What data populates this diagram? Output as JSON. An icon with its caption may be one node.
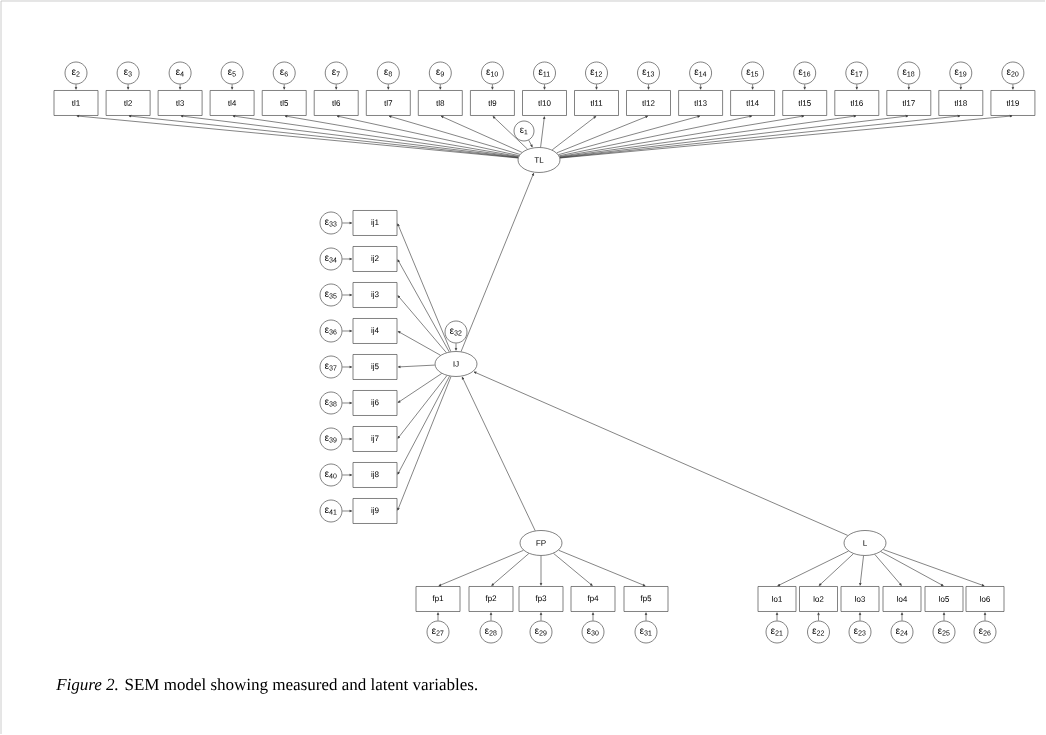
{
  "diagram": {
    "caption": "*Figure 2.* SEM model showing measured and latent variables.",
    "nodes": [
      {
        "text": [
          "ε$_{2}$"
        ]
      },
      {
        "text": [
          "ε$_{3}$"
        ]
      },
      {
        "text": [
          "ε$_{4}$"
        ]
      },
      {
        "text": [
          "ε$_{5}$"
        ]
      },
      {
        "text": [
          "ε$_{6}$"
        ]
      },
      {
        "text": [
          "ε$_{7}$"
        ]
      },
      {
        "text": [
          "ε$_{8}$"
        ]
      },
      {
        "text": [
          "ε$_{9}$"
        ]
      },
      {
        "text": [
          "ε$_{10}$"
        ]
      },
      {
        "text": [
          "ε$_{11}$"
        ]
      },
      {
        "text": [
          "ε$_{12}$"
        ]
      },
      {
        "text": [
          "ε$_{13}$"
        ]
      },
      {
        "text": [
          "ε$_{14}$"
        ]
      },
      {
        "text": [
          "ε$_{15}$"
        ]
      },
      {
        "text": [
          "ε$_{16}$"
        ]
      },
      {
        "text": [
          "ε$_{17}$"
        ]
      },
      {
        "text": [
          "ε$_{18}$"
        ]
      },
      {
        "text": [
          "ε$_{19}$"
        ]
      },
      {
        "text": [
          "ε$_{20}$"
        ]
      },
      {
        "text": [
          "tl1"
        ]
      },
      {
        "text": [
          "tl2"
        ]
      },
      {
        "text": [
          "tl3"
        ]
      },
      {
        "text": [
          "tl4"
        ]
      },
      {
        "text": [
          "tl5"
        ]
      },
      {
        "text": [
          "tl6"
        ]
      },
      {
        "text": [
          "tl7"
        ]
      },
      {
        "text": [
          "tl8"
        ]
      },
      {
        "text": [
          "tl9"
        ]
      },
      {
        "text": [
          "tl10"
        ]
      },
      {
        "text": [
          "tl11"
        ]
      },
      {
        "text": [
          "tl12"
        ]
      },
      {
        "text": [
          "tl13"
        ]
      },
      {
        "text": [
          "tl14"
        ]
      },
      {
        "text": [
          "tl15"
        ]
      },
      {
        "text": [
          "tl16"
        ]
      },
      {
        "text": [
          "tl17"
        ]
      },
      {
        "text": [
          "tl18"
        ]
      },
      {
        "text": [
          "tl19"
        ]
      },
      {
        "text": [
          "ε$_{1}$"
        ]
      },
      {
        "text": [
          "TL"
        ]
      },
      {
        "text": [
          "ε$_{33}$"
        ]
      },
      {
        "text": [
          "ε$_{34}$"
        ]
      },
      {
        "text": [
          "ε$_{35}$"
        ]
      },
      {
        "text": [
          "ε$_{36}$"
        ]
      },
      {
        "text": [
          "ε$_{37}$"
        ]
      },
      {
        "text": [
          "ε$_{38}$"
        ]
      },
      {
        "text": [
          "ε$_{39}$"
        ]
      },
      {
        "text": [
          "ε$_{40}$"
        ]
      },
      {
        "text": [
          "ε$_{41}$"
        ]
      },
      {
        "text": [
          "ij1"
        ]
      },
      {
        "text": [
          "ij2"
        ]
      },
      {
        "text": [
          "ij3"
        ]
      },
      {
        "text": [
          "ij4"
        ]
      },
      {
        "text": [
          "ij5"
        ]
      },
      {
        "text": [
          "ij6"
        ]
      },
      {
        "text": [
          "ij7"
        ]
      },
      {
        "text": [
          "ij8"
        ]
      },
      {
        "text": [
          "ij9"
        ]
      },
      {
        "text": [
          "ε$_{32}$"
        ]
      },
      {
        "text": [
          "IJ"
        ]
      },
      {
        "text": [
          "FP"
        ]
      },
      {
        "text": [
          "L"
        ]
      },
      {
        "text": [
          "fp1"
        ]
      },
      {
        "text": [
          "fp2"
        ]
      },
      {
        "text": [
          "fp3"
        ]
      },
      {
        "text": [
          "fp4"
        ]
      },
      {
        "text": [
          "fp5"
        ]
      },
      {
        "text": [
          "lo1"
        ]
      },
      {
        "text": [
          "lo2"
        ]
      },
      {
        "text": [
          "lo3"
        ]
      },
      {
        "text": [
          "lo4"
        ]
      },
      {
        "text": [
          "lo5"
        ]
      },
      {
        "text": [
          "lo6"
        ]
      },
      {
        "text": [
          "ε$_{27}$"
        ]
      },
      {
        "text": [
          "ε$_{28}$"
        ]
      },
      {
        "text": [
          "ε$_{29}$"
        ]
      },
      {
        "text": [
          "ε$_{30}$"
        ]
      },
      {
        "text": [
          "ε$_{31}$"
        ]
      },
      {
        "text": [
          "ε$_{21}$"
        ]
      },
      {
        "text": [
          "ε$_{22}$"
        ]
      },
      {
        "text": [
          "ε$_{23}$"
        ]
      },
      {
        "text": [
          "ε$_{24}$"
        ]
      },
      {
        "text": [
          "ε$_{25}$"
        ]
      },
      {
        "text": [
          "ε$_{26}$"
        ]
      }
    ],
    "edges": [
      {
        "from": 0,
        "to": 19,
        "arrow": "to"
      },
      {
        "from": 1,
        "to": 20,
        "arrow": "to"
      },
      {
        "from": 2,
        "to": 21,
        "arrow": "to"
      },
      {
        "from": 3,
        "to": 22,
        "arrow": "to"
      },
      {
        "from": 4,
        "to": 23,
        "arrow": "to"
      },
      {
        "from": 5,
        "to": 24,
        "arrow": "to"
      },
      {
        "from": 6,
        "to": 25,
        "arrow": "to"
      },
      {
        "from": 7,
        "to": 26,
        "arrow": "to"
      },
      {
        "from": 8,
        "to": 27,
        "arrow": "to"
      },
      {
        "from": 9,
        "to": 28,
        "arrow": "to"
      },
      {
        "from": 10,
        "to": 29,
        "arrow": "to"
      },
      {
        "from": 11,
        "to": 30,
        "arrow": "to"
      },
      {
        "from": 12,
        "to": 31,
        "arrow": "to"
      },
      {
        "from": 13,
        "to": 32,
        "arrow": "to"
      },
      {
        "from": 14,
        "to": 33,
        "arrow": "to"
      },
      {
        "from": 15,
        "to": 34,
        "arrow": "to"
      },
      {
        "from": 16,
        "to": 35,
        "arrow": "to"
      },
      {
        "from": 17,
        "to": 36,
        "arrow": "to"
      },
      {
        "from": 18,
        "to": 37,
        "arrow": "to"
      },
      {
        "from": 38,
        "to": 39,
        "arrow": "to"
      },
      {
        "from": 39,
        "to": 19,
        "arrow": "to"
      },
      {
        "from": 39,
        "to": 20,
        "arrow": "to"
      },
      {
        "from": 39,
        "to": 21,
        "arrow": "to"
      },
      {
        "from": 39,
        "to": 22,
        "arrow": "to"
      },
      {
        "from": 39,
        "to": 23,
        "arrow": "to"
      },
      {
        "from": 39,
        "to": 24,
        "arrow": "to"
      },
      {
        "from": 39,
        "to": 25,
        "arrow": "to"
      },
      {
        "from": 39,
        "to": 26,
        "arrow": "to"
      },
      {
        "from": 39,
        "to": 27,
        "arrow": "to"
      },
      {
        "from": 39,
        "to": 28,
        "arrow": "to"
      },
      {
        "from": 39,
        "to": 29,
        "arrow": "to"
      },
      {
        "from": 39,
        "to": 30,
        "arrow": "to"
      },
      {
        "from": 39,
        "to": 31,
        "arrow": "to"
      },
      {
        "from": 39,
        "to": 32,
        "arrow": "to"
      },
      {
        "from": 39,
        "to": 33,
        "arrow": "to"
      },
      {
        "from": 39,
        "to": 34,
        "arrow": "to"
      },
      {
        "from": 39,
        "to": 35,
        "arrow": "to"
      },
      {
        "from": 39,
        "to": 36,
        "arrow": "to"
      },
      {
        "from": 39,
        "to": 37,
        "arrow": "to"
      },
      {
        "from": 40,
        "to": 49,
        "arrow": "to"
      },
      {
        "from": 41,
        "to": 50,
        "arrow": "to"
      },
      {
        "from": 42,
        "to": 51,
        "arrow": "to"
      },
      {
        "from": 43,
        "to": 52,
        "arrow": "to"
      },
      {
        "from": 44,
        "to": 53,
        "arrow": "to"
      },
      {
        "from": 45,
        "to": 54,
        "arrow": "to"
      },
      {
        "from": 46,
        "to": 55,
        "arrow": "to"
      },
      {
        "from": 47,
        "to": 56,
        "arrow": "to"
      },
      {
        "from": 48,
        "to": 57,
        "arrow": "to"
      },
      {
        "from": 58,
        "to": 59,
        "arrow": "to"
      },
      {
        "from": 59,
        "to": 49,
        "arrow": "to"
      },
      {
        "from": 59,
        "to": 50,
        "arrow": "to"
      },
      {
        "from": 59,
        "to": 51,
        "arrow": "to"
      },
      {
        "from": 59,
        "to": 52,
        "arrow": "to"
      },
      {
        "from": 59,
        "to": 53,
        "arrow": "to"
      },
      {
        "from": 59,
        "to": 54,
        "arrow": "to"
      },
      {
        "from": 59,
        "to": 55,
        "arrow": "to"
      },
      {
        "from": 59,
        "to": 56,
        "arrow": "to"
      },
      {
        "from": 59,
        "to": 57,
        "arrow": "to"
      },
      {
        "from": 59,
        "to": 39,
        "arrow": "to"
      },
      {
        "from": 60,
        "to": 59,
        "arrow": "to"
      },
      {
        "from": 61,
        "to": 59,
        "arrow": "to"
      },
      {
        "from": 60,
        "to": 62,
        "arrow": "to"
      },
      {
        "from": 60,
        "to": 63,
        "arrow": "to"
      },
      {
        "from": 60,
        "to": 64,
        "arrow": "to"
      },
      {
        "from": 60,
        "to": 65,
        "arrow": "to"
      },
      {
        "from": 60,
        "to": 66,
        "arrow": "to"
      },
      {
        "from": 61,
        "to": 67,
        "arrow": "to"
      },
      {
        "from": 61,
        "to": 68,
        "arrow": "to"
      },
      {
        "from": 61,
        "to": 69,
        "arrow": "to"
      },
      {
        "from": 61,
        "to": 70,
        "arrow": "to"
      },
      {
        "from": 61,
        "to": 71,
        "arrow": "to"
      },
      {
        "from": 61,
        "to": 72,
        "arrow": "to"
      },
      {
        "from": 73,
        "to": 62,
        "arrow": "to"
      },
      {
        "from": 74,
        "to": 63,
        "arrow": "to"
      },
      {
        "from": 75,
        "to": 64,
        "arrow": "to"
      },
      {
        "from": 76,
        "to": 65,
        "arrow": "to"
      },
      {
        "from": 77,
        "to": 66,
        "arrow": "to"
      },
      {
        "from": 78,
        "to": 67,
        "arrow": "to"
      },
      {
        "from": 79,
        "to": 68,
        "arrow": "to"
      },
      {
        "from": 80,
        "to": 69,
        "arrow": "to"
      },
      {
        "from": 81,
        "to": 70,
        "arrow": "to"
      },
      {
        "from": 82,
        "to": 71,
        "arrow": "to"
      },
      {
        "from": 83,
        "to": 72,
        "arrow": "to"
      }
    ]
  }
}
